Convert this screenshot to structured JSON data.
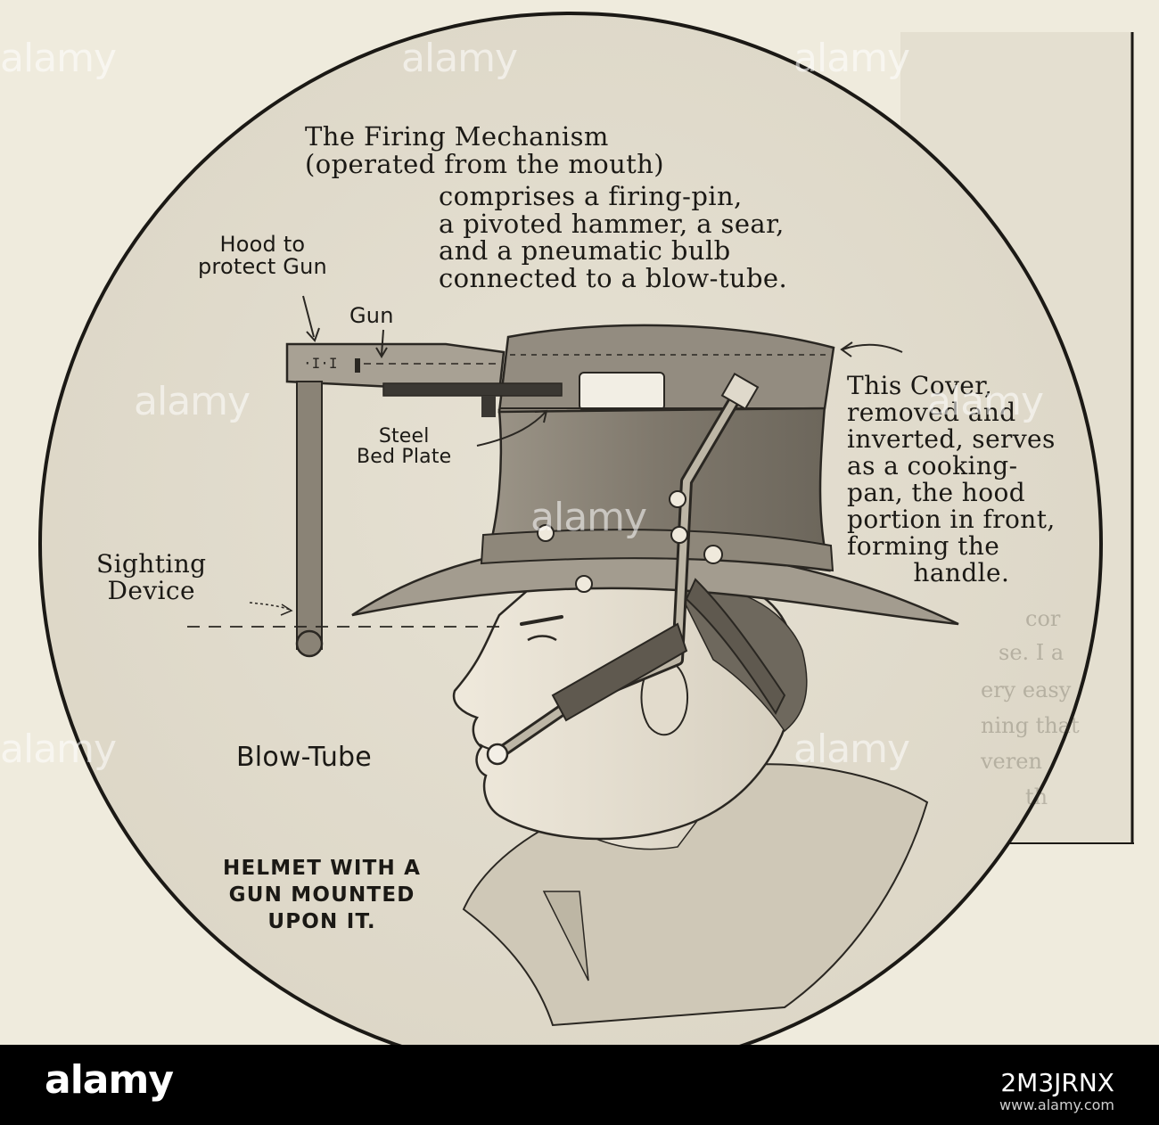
{
  "labels": {
    "firing_mechanism": "The Firing Mechanism\n(operated from the mouth)",
    "firing_mechanism_detail": "comprises a firing-pin,\na pivoted hammer, a sear,\nand a pneumatic bulb\nconnected to a blow-tube.",
    "hood": "Hood to\nprotect Gun",
    "gun": "Gun",
    "bed_plate": "Steel\nBed Plate",
    "cover": "This Cover,\nremoved and\ninverted, serves\nas a cooking-\npan, the hood\nportion in front,\nforming the\n        handle.",
    "sighting": "Sighting\nDevice",
    "blow_tube": "Blow-Tube",
    "caption": "HELMET WITH A\nGUN MOUNTED\nUPON IT."
  },
  "watermark": {
    "brand": "alamy",
    "image_id": "2M3JRNX",
    "url": "www.alamy.com"
  },
  "colors": {
    "paper": "#efebdd",
    "ink": "#1b1915",
    "hat": "#8a8376",
    "skin": "#e8e2d4",
    "footer": "#000000"
  }
}
